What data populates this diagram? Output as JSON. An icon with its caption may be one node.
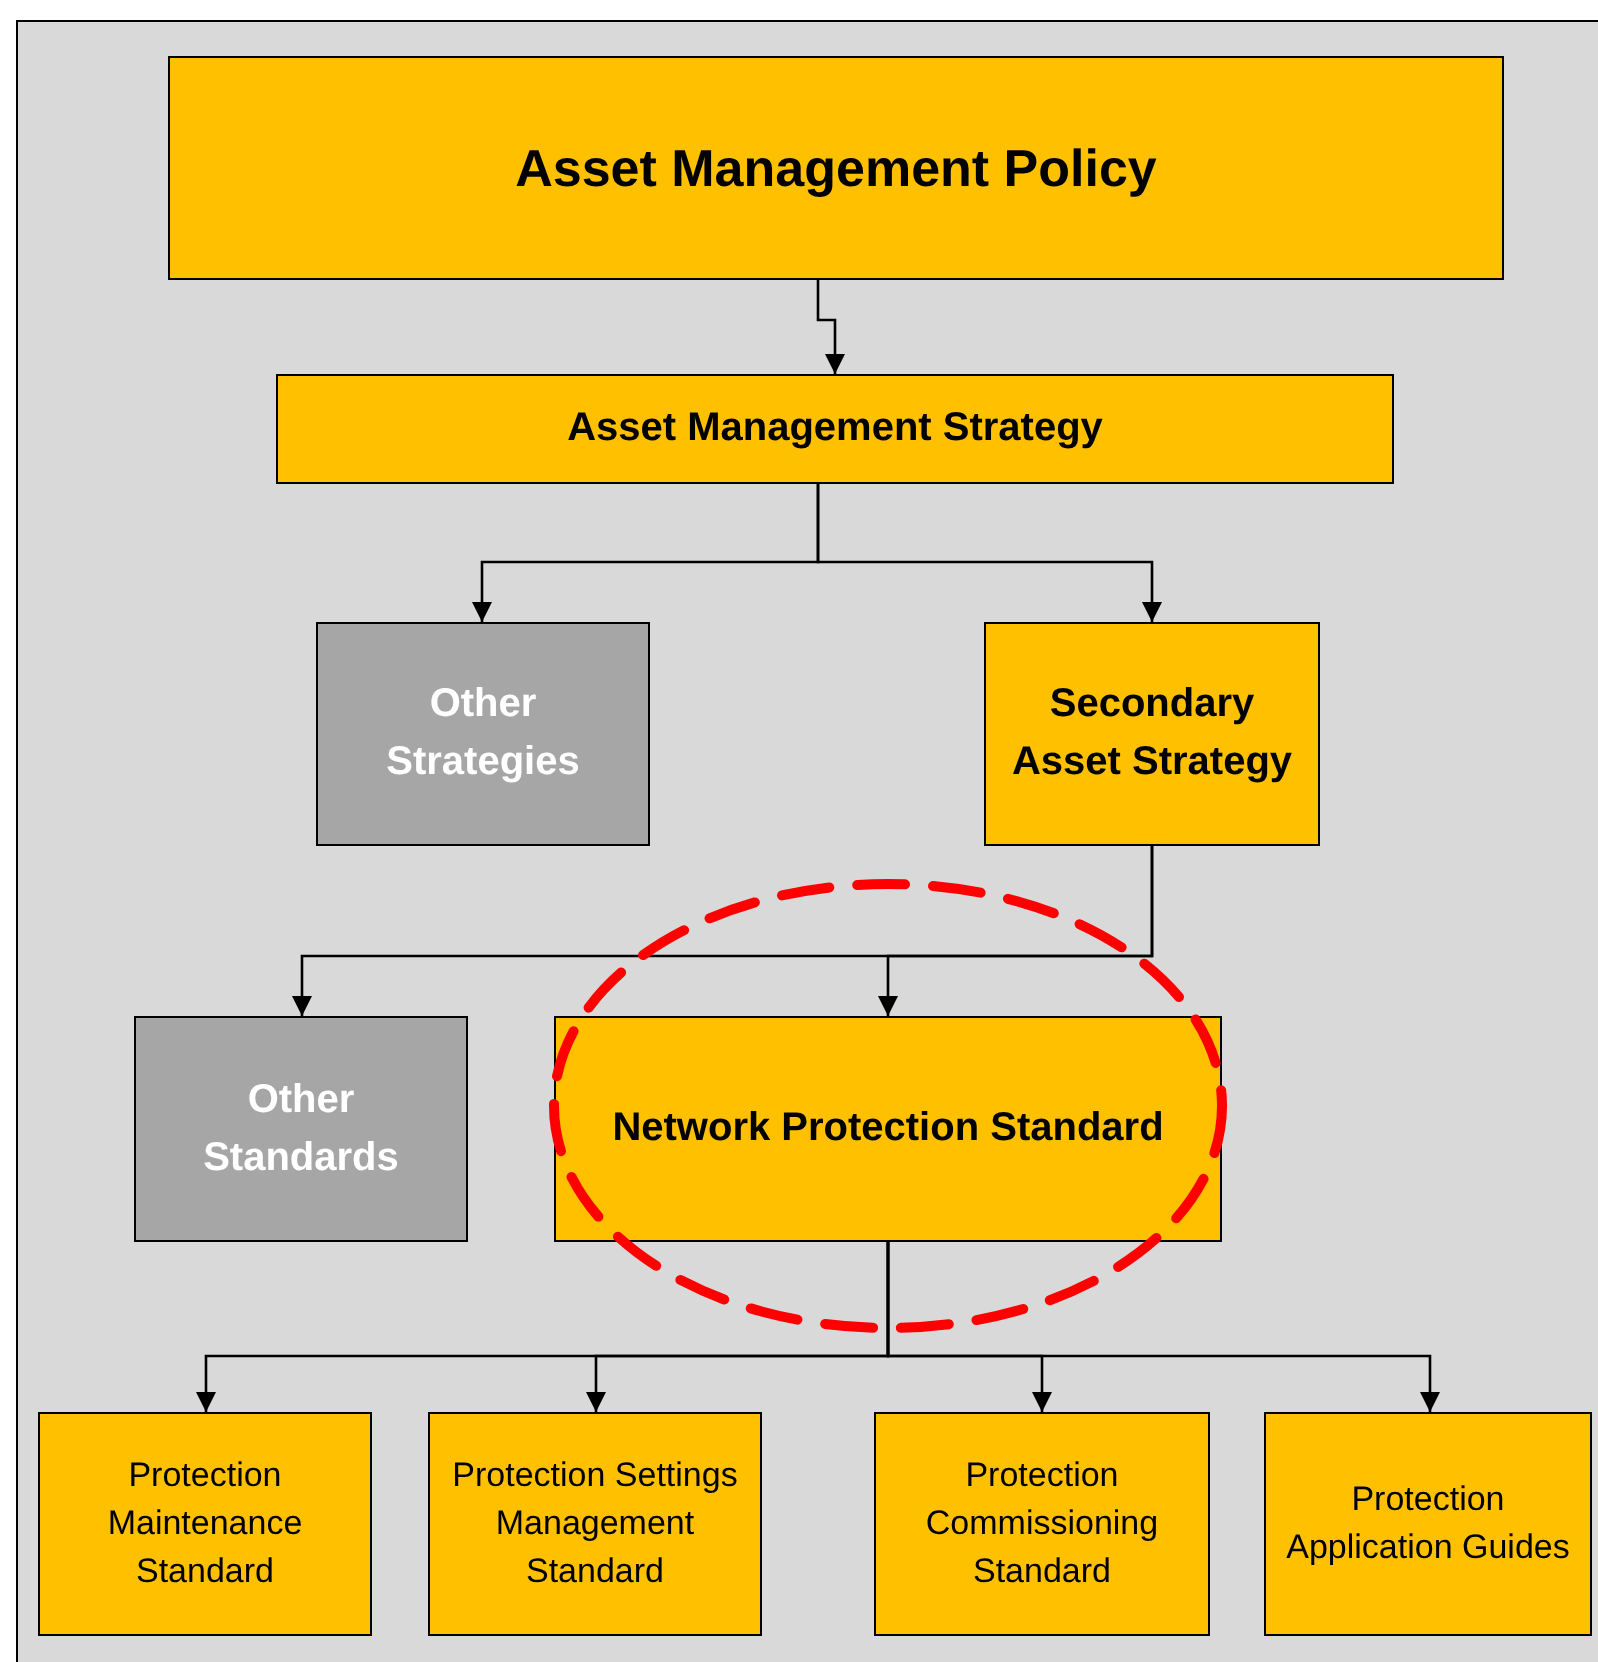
{
  "diagram": {
    "nodes": [
      {
        "text": [
          "Asset Management Policy"
        ]
      },
      {
        "text": [
          "Asset Management Strategy"
        ]
      },
      {
        "text": [
          "Other Strategies"
        ]
      },
      {
        "text": [
          "Secondary Asset Strategy"
        ]
      },
      {
        "text": [
          "Other Standards"
        ]
      },
      {
        "text": [
          "Network Protection Standard"
        ]
      },
      {
        "text": [
          "Protection Maintenance Standard"
        ]
      },
      {
        "text": [
          "Protection Settings Management Standard"
        ]
      },
      {
        "text": [
          "Protection Commissioning Standard"
        ]
      },
      {
        "text": [
          "Protection Application Guides"
        ]
      }
    ],
    "edges": [
      {
        "from": 0,
        "to": 1,
        "arrow": "to"
      },
      {
        "from": 1,
        "to": 2,
        "arrow": "to"
      },
      {
        "from": 1,
        "to": 3,
        "arrow": "to"
      },
      {
        "from": 3,
        "to": 4,
        "arrow": "to"
      },
      {
        "from": 3,
        "to": 5,
        "arrow": "to"
      },
      {
        "from": 5,
        "to": 6,
        "arrow": "to"
      },
      {
        "from": 5,
        "to": 7,
        "arrow": "to"
      },
      {
        "from": 5,
        "to": 8,
        "arrow": "to"
      },
      {
        "from": 5,
        "to": 9,
        "arrow": "to"
      }
    ]
  }
}
